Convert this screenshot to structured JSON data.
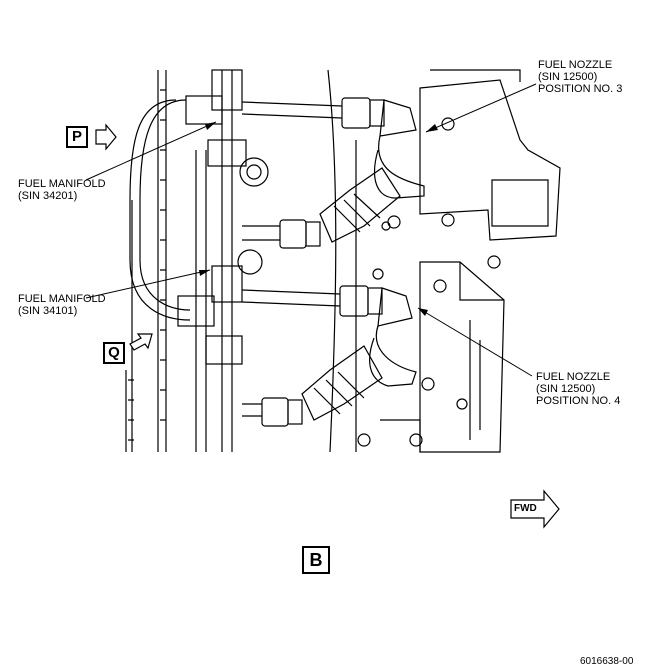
{
  "callouts": {
    "nozzle_pos3": {
      "line1": "FUEL NOZZLE",
      "line2": "(SIN 12500)",
      "line3": "POSITION NO. 3"
    },
    "manifold_34201": {
      "line1": "FUEL MANIFOLD",
      "line2": "(SIN 34201)"
    },
    "manifold_34101": {
      "line1": "FUEL MANIFOLD",
      "line2": "(SIN 34101)"
    },
    "nozzle_pos4": {
      "line1": "FUEL NOZZLE",
      "line2": "(SIN 12500)",
      "line3": "POSITION NO. 4"
    }
  },
  "view_markers": {
    "p": "P",
    "q": "Q"
  },
  "direction": {
    "fwd": "FWD"
  },
  "view_label": "B",
  "doc_number": "6016638-00"
}
